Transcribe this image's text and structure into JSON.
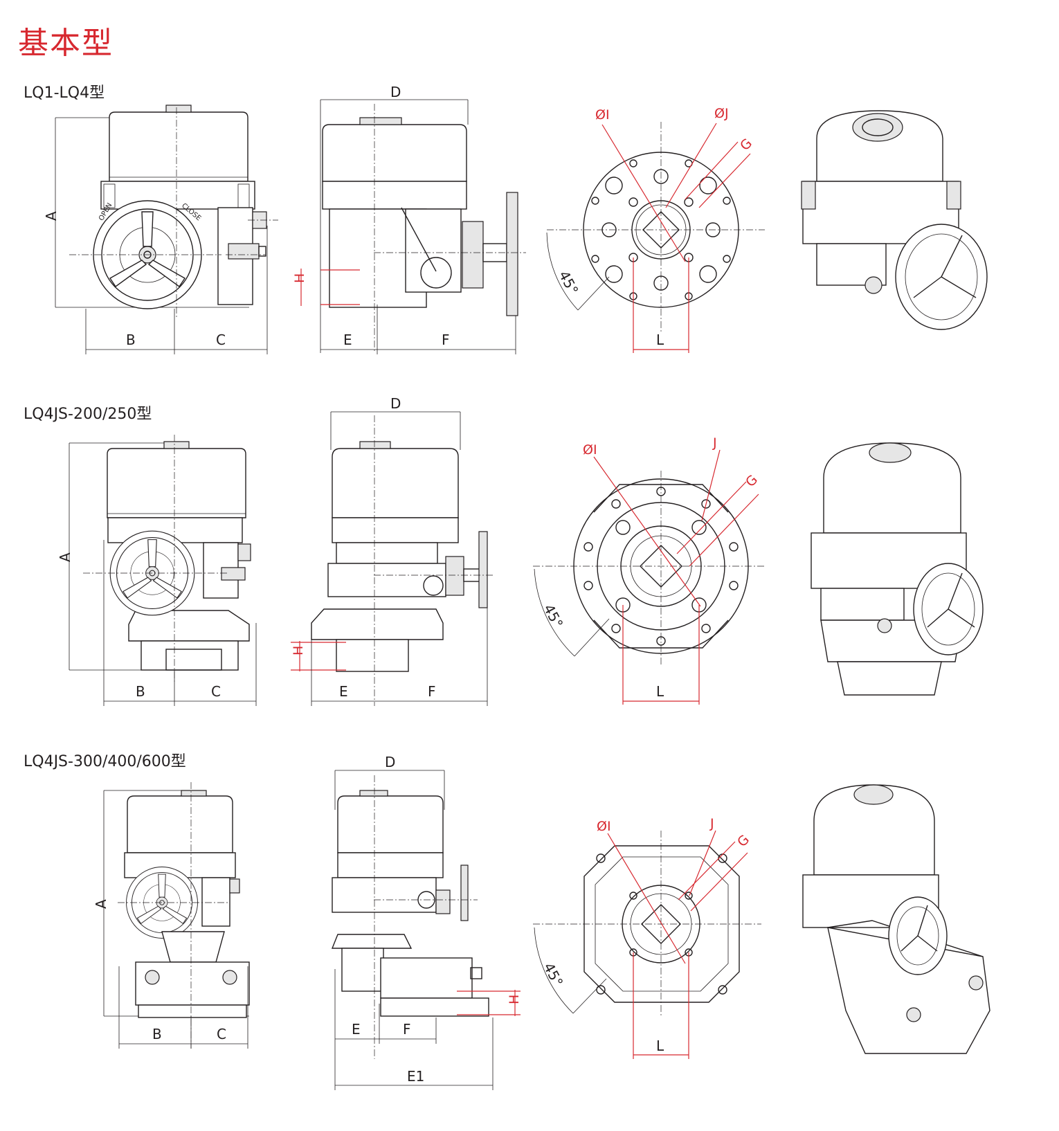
{
  "page": {
    "title": "基本型"
  },
  "sections": [
    {
      "model": "LQ1-LQ4型",
      "front_labels": {
        "a": "A",
        "b": "B",
        "c": "C"
      },
      "side_labels": {
        "d": "D",
        "e": "E",
        "f": "F",
        "h": "H"
      },
      "flange_labels": {
        "i": "ØI",
        "j": "ØJ",
        "g": "G",
        "l": "L",
        "angle": "45°"
      },
      "handwheel_text": {
        "open": "OPEN",
        "close": "CLOSE"
      }
    },
    {
      "model": "LQ4JS-200/250型",
      "front_labels": {
        "a": "A",
        "b": "B",
        "c": "C"
      },
      "side_labels": {
        "d": "D",
        "e": "E",
        "f": "F",
        "h": "H"
      },
      "flange_labels": {
        "i": "ØI",
        "j": "J",
        "g": "G",
        "l": "L",
        "angle": "45°"
      }
    },
    {
      "model": "LQ4JS-300/400/600型",
      "front_labels": {
        "a": "A",
        "b": "B",
        "c": "C"
      },
      "side_labels": {
        "d": "D",
        "e": "E",
        "f": "F",
        "h": "H",
        "e1": "E1"
      },
      "flange_labels": {
        "i": "ØI",
        "j": "J",
        "g": "G",
        "l": "L",
        "angle": "45°"
      }
    }
  ]
}
